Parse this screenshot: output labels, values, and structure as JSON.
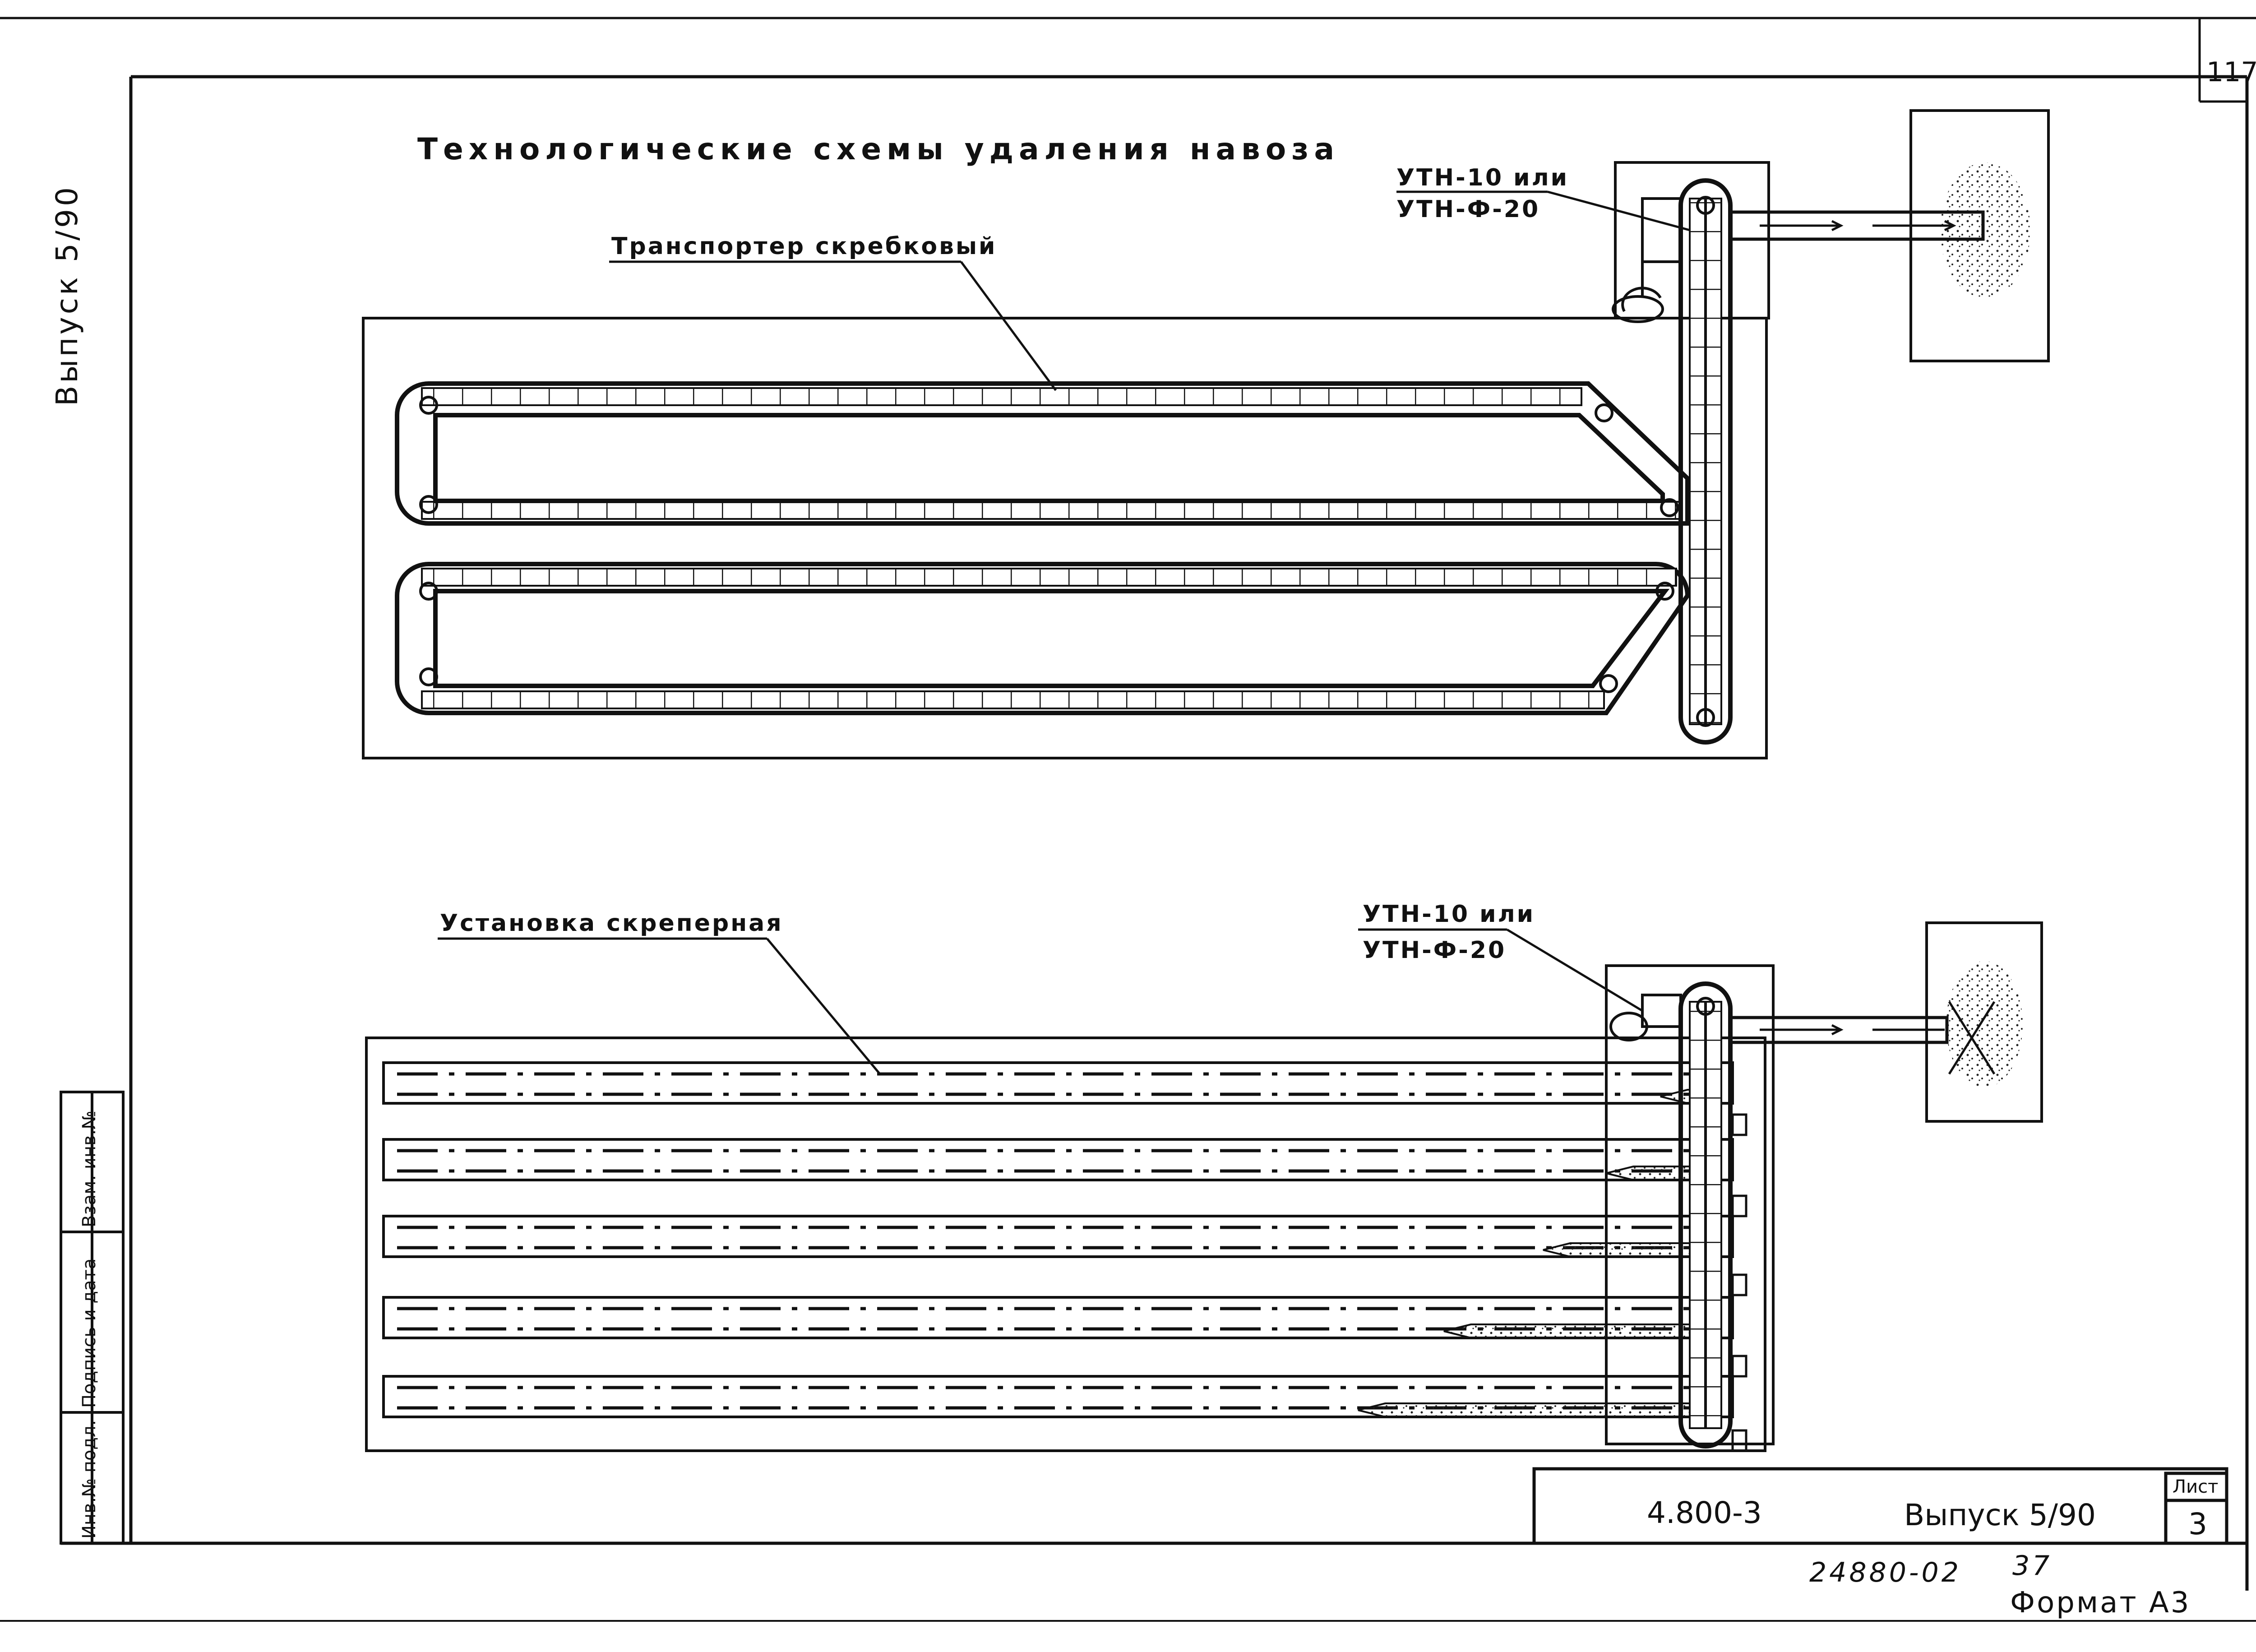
{
  "page": {
    "title": "Технологические схемы удаления навоза",
    "page_number": "117",
    "side_label": "Выпуск 5/90",
    "format": "Формат А3",
    "archive_number": "24880-02",
    "archive_number_2": "37"
  },
  "stamp_column": [
    "Инв.№ подл.",
    "Подпись и дата",
    "Взам. инв.№"
  ],
  "scheme_top": {
    "callout_conveyor": "Транспортер скребковый",
    "callout_loader_1": "УТН-10 или",
    "callout_loader_2": "УТН-Ф-20"
  },
  "scheme_bottom": {
    "callout_scraper": "Установка скреперная",
    "callout_loader_1": "УТН-10 или",
    "callout_loader_2": "УТН-Ф-20"
  },
  "title_block": {
    "doc_code": "4.800-3",
    "issue": "Выпуск 5/90",
    "sheet_label": "Лист",
    "sheet_number": "3"
  }
}
